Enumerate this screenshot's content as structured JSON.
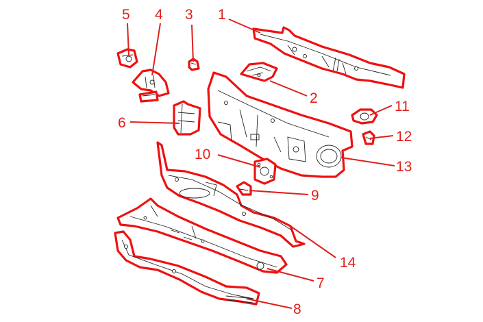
{
  "diagram": {
    "callouts": [
      {
        "id": "1",
        "label": "1"
      },
      {
        "id": "2",
        "label": "2"
      },
      {
        "id": "3",
        "label": "3"
      },
      {
        "id": "4",
        "label": "4"
      },
      {
        "id": "5",
        "label": "5"
      },
      {
        "id": "6",
        "label": "6"
      },
      {
        "id": "7",
        "label": "7"
      },
      {
        "id": "8",
        "label": "8"
      },
      {
        "id": "9",
        "label": "9"
      },
      {
        "id": "10",
        "label": "10"
      },
      {
        "id": "11",
        "label": "11"
      },
      {
        "id": "12",
        "label": "12"
      },
      {
        "id": "13",
        "label": "13"
      },
      {
        "id": "14",
        "label": "14"
      }
    ],
    "colors": {
      "callout_text": "#e0201b",
      "part_outline": "#ee1111",
      "line_art": "#222222",
      "background": "#ffffff"
    }
  }
}
